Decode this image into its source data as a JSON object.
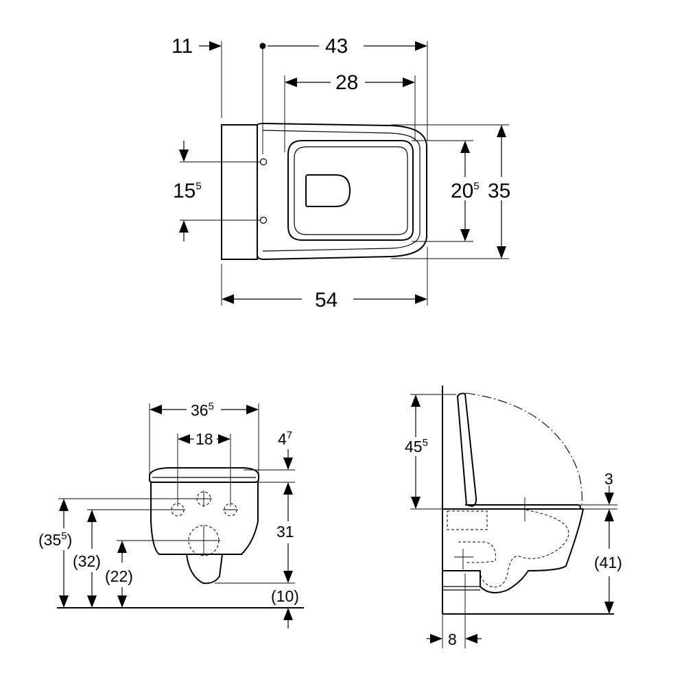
{
  "top_view": {
    "dim_11": "11",
    "dim_43": "43",
    "dim_28": "28",
    "dim_15_5": {
      "main": "15",
      "sup": "5"
    },
    "dim_20_5": {
      "main": "20",
      "sup": "5"
    },
    "dim_35": "35",
    "dim_54": "54"
  },
  "front_view": {
    "dim_36_5": {
      "main": "36",
      "sup": "5"
    },
    "dim_18": "18",
    "dim_4_7": {
      "main": "4",
      "sup": "7"
    },
    "dim_31": "31",
    "dim_10": "(10)",
    "dim_35_5": {
      "open": "(35",
      "sup": "5",
      "close": ")"
    },
    "dim_32": "(32)",
    "dim_22": "(22)"
  },
  "side_view": {
    "dim_45_5": {
      "main": "45",
      "sup": "5"
    },
    "dim_3": "3",
    "dim_41": "(41)",
    "dim_8": "8"
  }
}
